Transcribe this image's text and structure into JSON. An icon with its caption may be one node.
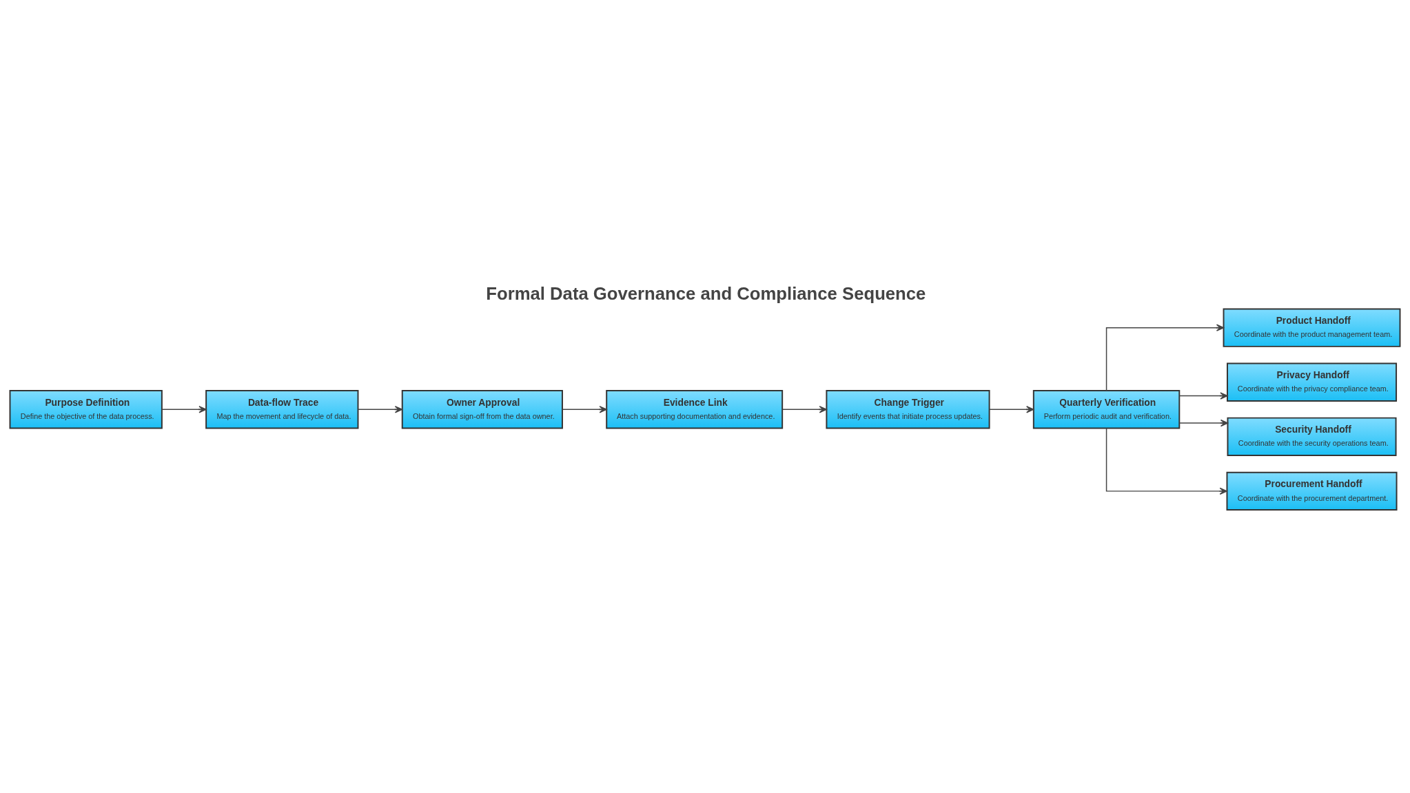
{
  "diagram": {
    "title": "Formal Data Governance and Compliance Sequence",
    "nodes": [
      {
        "text": [
          "Purpose Definition",
          "Define the objective of the data process."
        ]
      },
      {
        "text": [
          "Data-flow Trace",
          "Map the movement and lifecycle of data."
        ]
      },
      {
        "text": [
          "Owner Approval",
          "Obtain formal sign-off from the data owner."
        ]
      },
      {
        "text": [
          "Evidence Link",
          "Attach supporting documentation and evidence."
        ]
      },
      {
        "text": [
          "Change Trigger",
          "Identify events that initiate process updates."
        ]
      },
      {
        "text": [
          "Quarterly Verification",
          "Perform periodic audit and verification."
        ]
      },
      {
        "text": [
          "Product Handoff",
          "Coordinate with the product management team."
        ]
      },
      {
        "text": [
          "Privacy Handoff",
          "Coordinate with the privacy compliance team."
        ]
      },
      {
        "text": [
          "Security Handoff",
          "Coordinate with the security operations team."
        ]
      },
      {
        "text": [
          "Procurement Handoff",
          "Coordinate with the procurement department."
        ]
      }
    ],
    "edges": [
      {
        "from": 0,
        "to": 1,
        "arrow": "to"
      },
      {
        "from": 1,
        "to": 2,
        "arrow": "to"
      },
      {
        "from": 2,
        "to": 3,
        "arrow": "to"
      },
      {
        "from": 3,
        "to": 4,
        "arrow": "to"
      },
      {
        "from": 4,
        "to": 5,
        "arrow": "to"
      },
      {
        "from": 5,
        "to": 6,
        "arrow": "to"
      },
      {
        "from": 5,
        "to": 7,
        "arrow": "to"
      },
      {
        "from": 5,
        "to": 8,
        "arrow": "to"
      },
      {
        "from": 5,
        "to": 9,
        "arrow": "to"
      }
    ]
  }
}
